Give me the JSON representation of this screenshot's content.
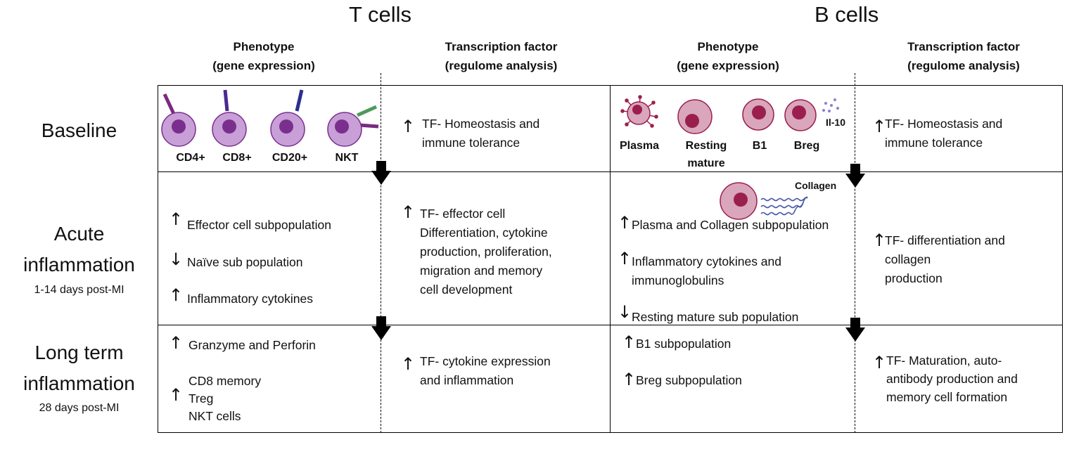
{
  "groups": {
    "t_cells": "T cells",
    "b_cells": "B cells"
  },
  "columns": {
    "t_phenotype": [
      "Phenotype",
      "(gene expression)"
    ],
    "t_tf": [
      "Transcription factor",
      "(regulome analysis)"
    ],
    "b_phenotype": [
      "Phenotype",
      "(gene expression)"
    ],
    "b_tf": [
      "Transcription factor",
      "(regulome analysis)"
    ]
  },
  "rows": {
    "baseline": {
      "label": "Baseline"
    },
    "acute": {
      "label": [
        "Acute",
        "inflammation"
      ],
      "sub": "1-14 days post-MI"
    },
    "long": {
      "label": [
        "Long term",
        "inflammation"
      ],
      "sub": "28 days post-MI"
    }
  },
  "baseline": {
    "t_cells": [
      "CD4+",
      "CD8+",
      "CD20+",
      "NKT"
    ],
    "t_tf": [
      "TF- Homeostasis and",
      "immune tolerance"
    ],
    "b_cells": [
      "Plasma",
      "Resting",
      "mature",
      "B1",
      "Breg"
    ],
    "il10": "Il-10",
    "b_tf": [
      "TF- Homeostasis and",
      "immune tolerance"
    ]
  },
  "acute": {
    "t_pheno": [
      {
        "dir": "up",
        "text": "Effector cell subpopulation"
      },
      {
        "dir": "down",
        "text": "Naïve sub population"
      },
      {
        "dir": "up",
        "text": "Inflammatory cytokines"
      }
    ],
    "t_tf": [
      "TF- effector cell",
      "Differentiation, cytokine",
      "production, proliferation,",
      "migration and memory",
      "cell development"
    ],
    "collagen": "Collagen",
    "b_pheno": [
      {
        "dir": "up",
        "text": "Plasma and Collagen subpopulation"
      },
      {
        "dir": "up",
        "text": [
          "Inflammatory cytokines and",
          "immunoglobulins"
        ]
      },
      {
        "dir": "down",
        "text": "Resting mature sub population"
      }
    ],
    "b_tf": [
      "TF- differentiation and",
      "collagen",
      "production"
    ]
  },
  "long": {
    "t_pheno": [
      {
        "dir": "up",
        "text": "Granzyme and Perforin"
      },
      {
        "dir": "up",
        "text": [
          "CD8 memory",
          "Treg",
          "NKT cells"
        ]
      }
    ],
    "t_tf": [
      "TF- cytokine expression",
      "and inflammation"
    ],
    "b_pheno": [
      {
        "dir": "up",
        "text": "B1 subpopulation"
      },
      {
        "dir": "up",
        "text": "Breg subpopulation"
      }
    ],
    "b_tf": [
      "TF- Maturation, auto-",
      "antibody production and",
      "memory cell formation"
    ]
  },
  "colors": {
    "t_cell_fill": "#c89fd6",
    "t_cell_nucleus": "#7a2f8f",
    "b_cell_fill": "#d9a6bc",
    "b_cell_nucleus": "#9b1f4e",
    "receptor_purple": "#7b2a7f",
    "receptor_blue": "#2b2f8f",
    "receptor_green": "#4e9a5b",
    "il10_dots": "#8a7fd0",
    "collagen": "#4a5aa8"
  }
}
